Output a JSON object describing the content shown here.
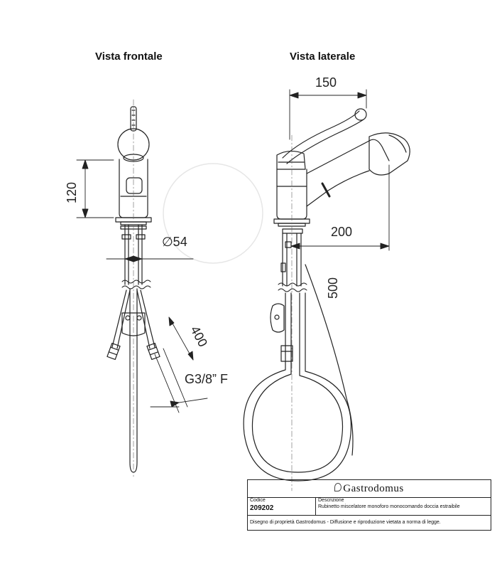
{
  "views": {
    "front_title": "Vista frontale",
    "side_title": "Vista laterale"
  },
  "dimensions": {
    "height_120": "120",
    "diameter_54": "∅54",
    "hose_400": "400",
    "thread": "G3/8” F",
    "width_150": "150",
    "reach_200": "200",
    "hose_500": "500"
  },
  "title_block": {
    "brand": "Gastrodomus",
    "code_label": "Codice",
    "code_value": "209202",
    "desc_label": "Descrizione",
    "desc_value": "Rubinetto miscelatore monoforo monocomando doccia estraibile",
    "footer": "Disegno di proprietà Gastrodomus - Diffusione e riproduzione vietata a norma di legge."
  }
}
